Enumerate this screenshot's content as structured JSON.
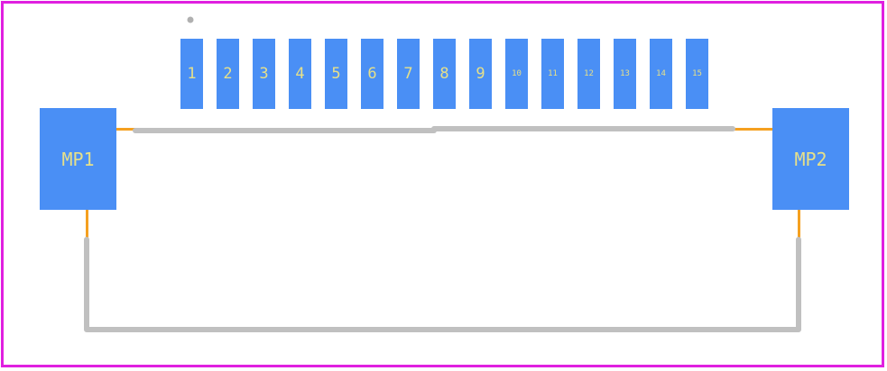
{
  "colors": {
    "courtyard": "#e020e0",
    "pad": "#4a8ff5",
    "pad_label": "#e6e08a",
    "silkscreen": "#c0c0c0",
    "fab_lead": "#f5a020",
    "pin1_marker": "#b0b0b0",
    "background": "#ffffff"
  },
  "pads": [
    {
      "id": "1",
      "label": "1"
    },
    {
      "id": "2",
      "label": "2"
    },
    {
      "id": "3",
      "label": "3"
    },
    {
      "id": "4",
      "label": "4"
    },
    {
      "id": "5",
      "label": "5"
    },
    {
      "id": "6",
      "label": "6"
    },
    {
      "id": "7",
      "label": "7"
    },
    {
      "id": "8",
      "label": "8"
    },
    {
      "id": "9",
      "label": "9"
    },
    {
      "id": "10",
      "label": "10"
    },
    {
      "id": "11",
      "label": "11"
    },
    {
      "id": "12",
      "label": "12"
    },
    {
      "id": "13",
      "label": "13"
    },
    {
      "id": "14",
      "label": "14"
    },
    {
      "id": "15",
      "label": "15"
    }
  ],
  "mounting_pads": [
    {
      "id": "mp1",
      "label": "MP1"
    },
    {
      "id": "mp2",
      "label": "MP2"
    }
  ]
}
